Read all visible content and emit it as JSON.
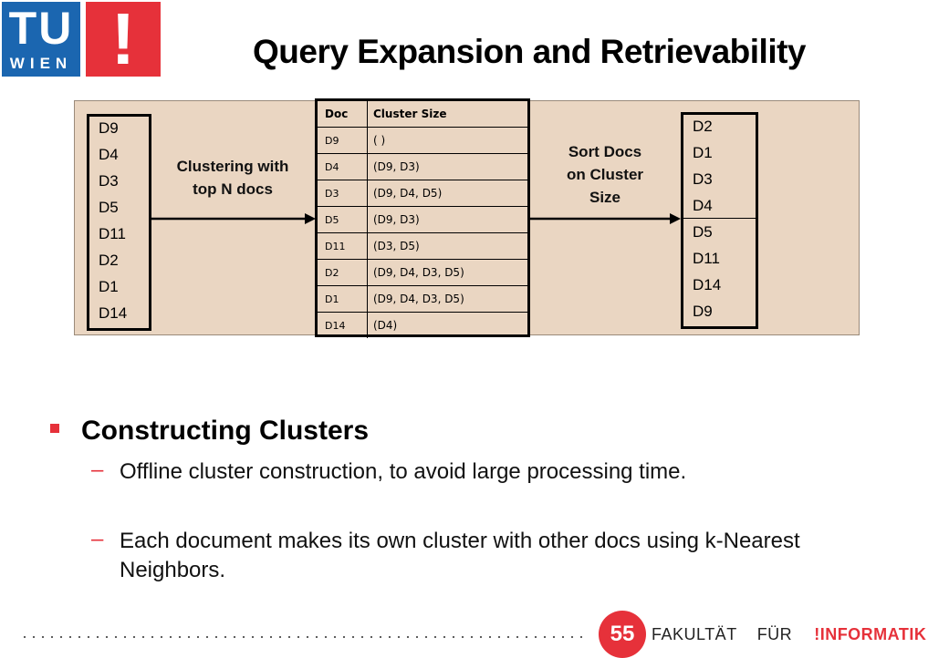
{
  "logo": {
    "tu": "TU",
    "wien": "WIEN",
    "mark": "!"
  },
  "title": "Query Expansion and Retrievability",
  "diagram": {
    "left_docs": [
      "D9",
      "D4",
      "D3",
      "D5",
      "D11",
      "D2",
      "D1",
      "D14"
    ],
    "label_clustering": [
      "Clustering with",
      "top N docs"
    ],
    "table": {
      "headers": [
        "Doc",
        "Cluster Size"
      ],
      "rows": [
        [
          "D9",
          "( )"
        ],
        [
          "D4",
          "(D9, D3)"
        ],
        [
          "D3",
          "(D9, D4, D5)"
        ],
        [
          "D5",
          "(D9, D3)"
        ],
        [
          "D11",
          "(D3, D5)"
        ],
        [
          "D2",
          "(D9, D4, D3, D5)"
        ],
        [
          "D1",
          "(D9, D4, D3, D5)"
        ],
        [
          "D14",
          "(D4)"
        ]
      ]
    },
    "label_sort": [
      "Sort Docs",
      "on Cluster",
      "Size"
    ],
    "right_docs": [
      "D2",
      "D1",
      "D3",
      "D4",
      "D5",
      "D11",
      "D14",
      "D9"
    ]
  },
  "bullets": {
    "main": "Constructing Clusters",
    "dash": "–",
    "sub": [
      "Offline cluster construction, to avoid large processing time.",
      "Each document makes its own cluster with other docs using k-Nearest Neighbors."
    ]
  },
  "footer": {
    "page": "55",
    "fakultaet": "FAKULTÄT",
    "fuer": "FÜR",
    "informatik_bang": "!",
    "informatik": "INFORMATIK"
  },
  "colors": {
    "tu_blue": "#1b66b0",
    "accent_red": "#e6313a",
    "diagram_bg": "#ead6c2"
  }
}
